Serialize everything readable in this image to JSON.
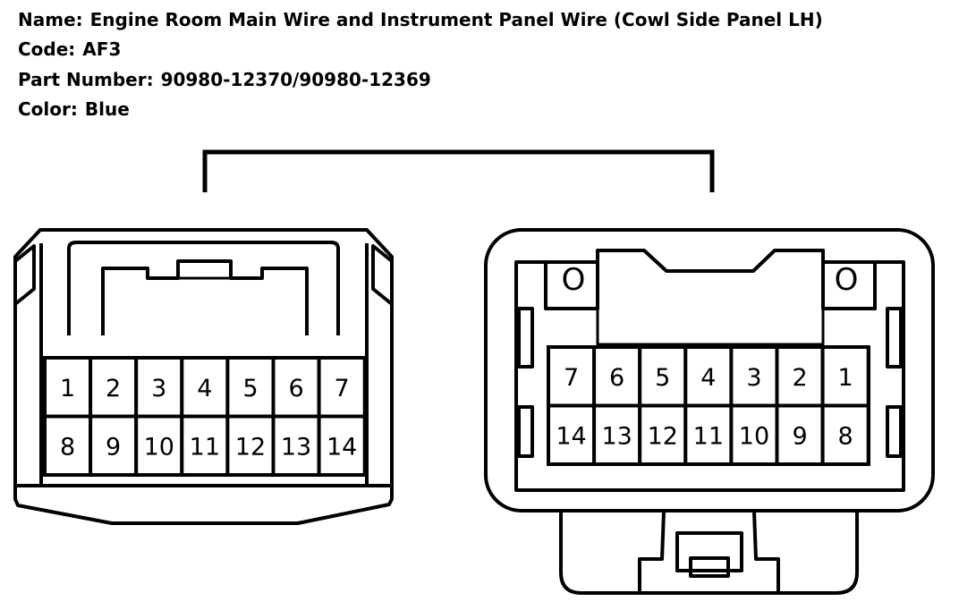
{
  "header": {
    "name_label": "Name:",
    "name_value": "Engine Room Main Wire and Instrument Panel Wire (Cowl Side Panel LH)",
    "code_label": "Code:",
    "code_value": "AF3",
    "part_label": "Part Number:",
    "part_value": "90980-12370/90980-12369",
    "color_label": "Color:",
    "color_value": "Blue"
  },
  "connector_left": {
    "top_row": [
      "1",
      "2",
      "3",
      "4",
      "5",
      "6",
      "7"
    ],
    "bottom_row": [
      "8",
      "9",
      "10",
      "11",
      "12",
      "13",
      "14"
    ]
  },
  "connector_right": {
    "top_row": [
      "7",
      "6",
      "5",
      "4",
      "3",
      "2",
      "1"
    ],
    "bottom_row": [
      "14",
      "13",
      "12",
      "11",
      "10",
      "9",
      "8"
    ],
    "lock_marks": [
      "O",
      "O"
    ]
  }
}
